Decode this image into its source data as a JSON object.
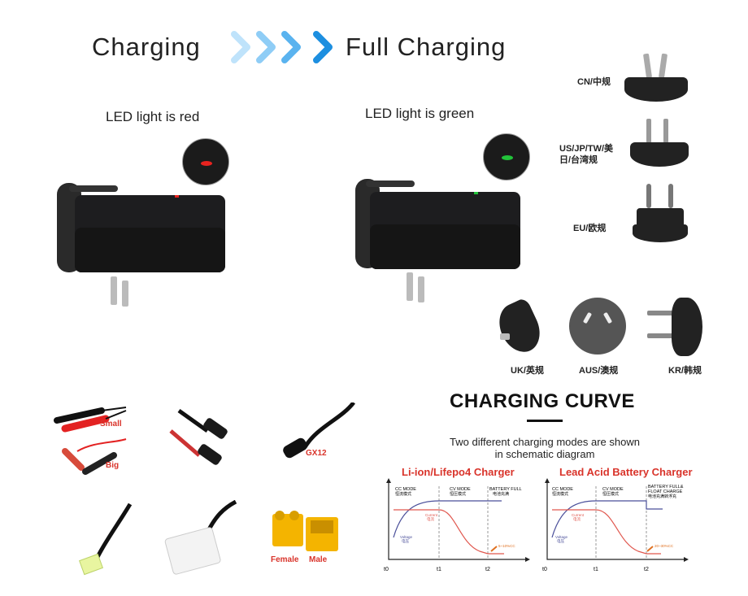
{
  "header": {
    "left_label": "Charging",
    "right_label": "Full Charging",
    "chevron_colors": [
      "#bfe3fb",
      "#8fcdf6",
      "#5ab3ef",
      "#1d8fe0"
    ]
  },
  "chargers": [
    {
      "caption": "LED light is red",
      "led_color": "#e8231f"
    },
    {
      "caption": "LED light is green",
      "led_color": "#22c33a"
    }
  ],
  "plugs": {
    "cn": "CN/中规",
    "us": "US/JP/TW/美日/台湾规",
    "eu": "EU/欧规",
    "uk": "UK/英规",
    "aus": "AUS/澳规",
    "kr": "KR/韩规"
  },
  "connectors": {
    "small": "Small",
    "big": "Big",
    "gx12": "GX12",
    "female": "Female",
    "male": "Male"
  },
  "curve": {
    "title": "CHARGING CURVE",
    "subtitle_line1": "Two different charging modes are shown",
    "subtitle_line2": "in schematic diagram",
    "charts": [
      {
        "title": "Li-ion/Lifepo4 Charger",
        "cc_mode": "CC MODE",
        "cc_mode_cn": "恒流模式",
        "cv_mode": "CV MODE",
        "cv_mode_cn": "恒压模式",
        "end_mode": "BATTERY FULL",
        "end_mode_cn": "电池充满",
        "current": "Current",
        "current_cn": "电流",
        "voltage": "Voltage",
        "voltage_cn": "电压",
        "end_note": "5~10%CC",
        "ticks": [
          "t0",
          "t1",
          "t2"
        ]
      },
      {
        "title": "Lead Acid Battery Charger",
        "cc_mode": "CC MODE",
        "cc_mode_cn": "恒流模式",
        "cv_mode": "CV MODE",
        "cv_mode_cn": "恒压模式",
        "end_mode": "BATTERY FULL&",
        "end_mode2": "FLOAT CHARGE",
        "end_mode_cn": "电池充满转浮充",
        "current": "Current",
        "current_cn": "电流",
        "voltage": "Voltage",
        "voltage_cn": "电压",
        "end_note": "20~30%CC",
        "ticks": [
          "t0",
          "t1",
          "t2"
        ]
      }
    ],
    "voltage_color": "#4a4f9a",
    "current_color": "#e0574e"
  }
}
